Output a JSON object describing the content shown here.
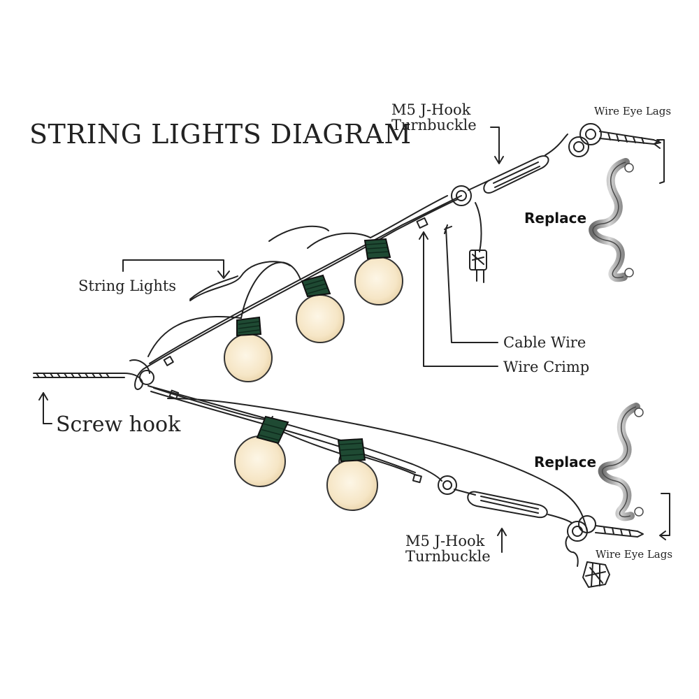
{
  "title": "STRING LIGHTS DIAGRAM",
  "labels": {
    "turnbuckle_top": {
      "line1": "M5 J-Hook",
      "line2": "Turnbuckle"
    },
    "wire_eye_lags_top": "Wire Eye Lags",
    "replace_top": "Replace",
    "string_lights": "String Lights",
    "cable_wire": "Cable Wire",
    "wire_crimp": "Wire Crimp",
    "screw_hook": "Screw hook",
    "replace_bottom": "Replace",
    "turnbuckle_bottom": {
      "line1": "M5 J-Hook",
      "line2": "Turnbuckle"
    },
    "wire_eye_lags_bottom": "Wire Eye Lags"
  },
  "colors": {
    "ink": "#222222",
    "bulb_cap": "#1f4a33",
    "bulb_glass": "#f6e6c6",
    "bulb_glow": "#fdf6e6",
    "steel": "#9a9a9a"
  }
}
